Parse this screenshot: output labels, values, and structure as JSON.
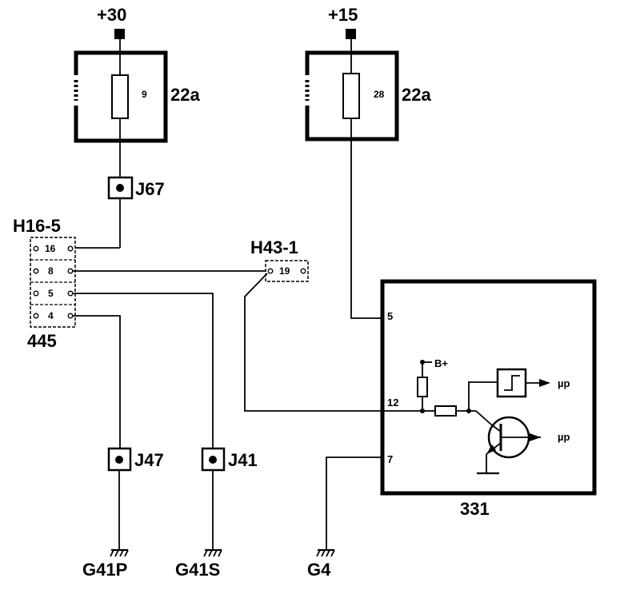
{
  "supplies": {
    "plus30": "+30",
    "plus15": "+15"
  },
  "fuse_left": {
    "number": "9",
    "label": "22a"
  },
  "fuse_right": {
    "number": "28",
    "label": "22a"
  },
  "connectors": {
    "j67": "J67",
    "j47": "J47",
    "j41": "J41"
  },
  "h16": {
    "title": "H16-5",
    "part": "445",
    "pins": [
      "16",
      "8",
      "5",
      "4"
    ]
  },
  "h43": {
    "title": "H43-1",
    "pin": "19"
  },
  "module": {
    "id": "331",
    "pin_5": "5",
    "pin_12": "12",
    "pin_7": "7",
    "bplus": "B+",
    "mu_top": "µp",
    "mu_bottom": "µp"
  },
  "grounds": {
    "g41p": "G41P",
    "g41s": "G41S",
    "g4": "G4"
  }
}
